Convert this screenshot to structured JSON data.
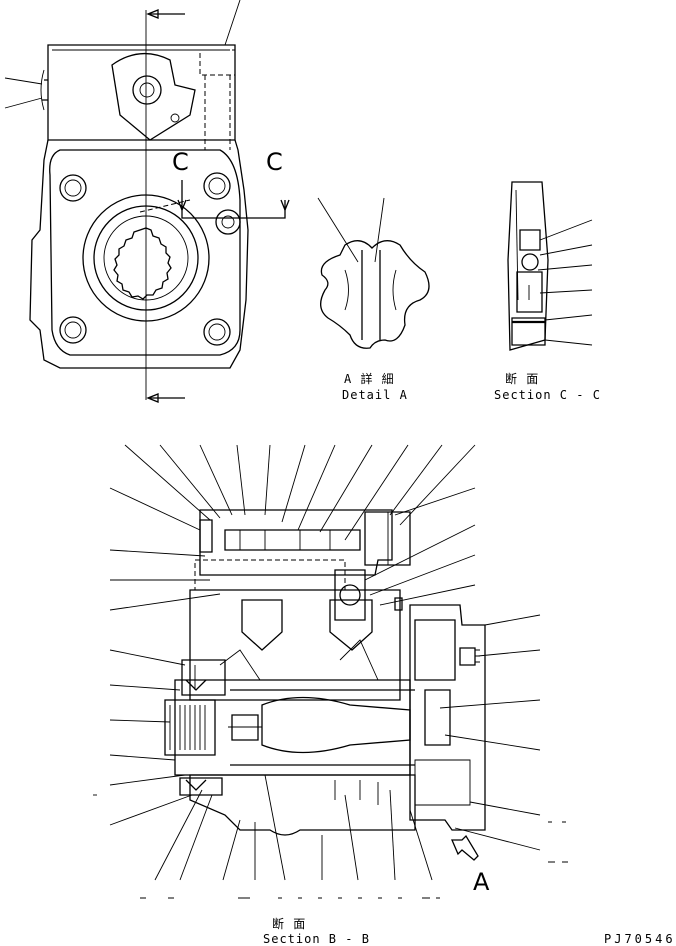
{
  "top_view": {
    "section_mark_left": "C",
    "section_mark_right": "C"
  },
  "detail_a": {
    "title_jp": "A 詳 細",
    "title_en": "Detail A"
  },
  "section_cc": {
    "title_jp": "断 面",
    "title_en": "Section C - C"
  },
  "section_bb": {
    "title_jp": "断 面",
    "title_en": "Section B - B",
    "view_mark": "A"
  },
  "drawing_number": "PJ70546"
}
